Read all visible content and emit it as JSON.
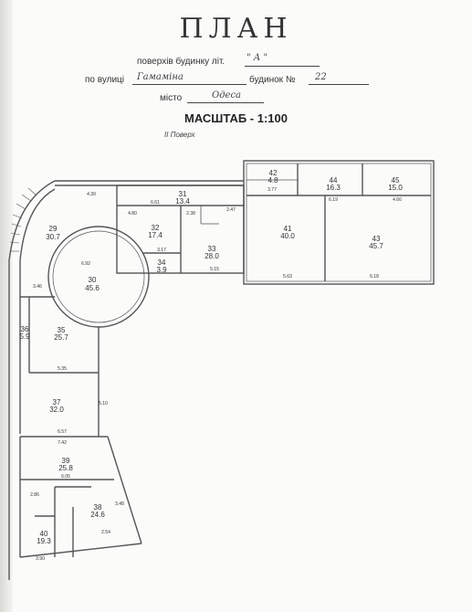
{
  "header": {
    "title": "ПЛАН",
    "floors_label": "поверхів будинку літ.",
    "floors_value": "\" А \"",
    "street_label": "по вулиці",
    "street_value": "Гамаміна",
    "building_label": "будинок №",
    "building_value": "22",
    "city_label": "місто",
    "city_value": "Одеса",
    "scale": "МАСШТАБ - 1:100",
    "floor": "II Поверх"
  },
  "rooms": [
    {
      "num": "29",
      "area": "30.7"
    },
    {
      "num": "30",
      "area": "45.6"
    },
    {
      "num": "31",
      "area": "13.4"
    },
    {
      "num": "32",
      "area": "17.4"
    },
    {
      "num": "33",
      "area": "28.0"
    },
    {
      "num": "34",
      "area": "3.9"
    },
    {
      "num": "35",
      "area": "25.7"
    },
    {
      "num": "36",
      "area": "5.9"
    },
    {
      "num": "37",
      "area": "32.0"
    },
    {
      "num": "38",
      "area": "24.6"
    },
    {
      "num": "39",
      "area": "25.8"
    },
    {
      "num": "40",
      "area": "19.3"
    },
    {
      "num": "41",
      "area": "40.0"
    },
    {
      "num": "42",
      "area": "4.8"
    },
    {
      "num": "43",
      "area": "45.7"
    },
    {
      "num": "44",
      "area": "16.3"
    },
    {
      "num": "45",
      "area": "15.0"
    }
  ],
  "dimensions": [
    "4.30",
    "6.61",
    "4.80",
    "2.38",
    "2.47",
    "3.17",
    "5.15",
    "5.63",
    "6.18",
    "3.77",
    "6.19",
    "4.66",
    "3.46",
    "5.35",
    "6.57",
    "7.42",
    "6.05",
    "2.54",
    "6.92",
    "5.10",
    "3.48",
    "3.90",
    "2.86"
  ]
}
